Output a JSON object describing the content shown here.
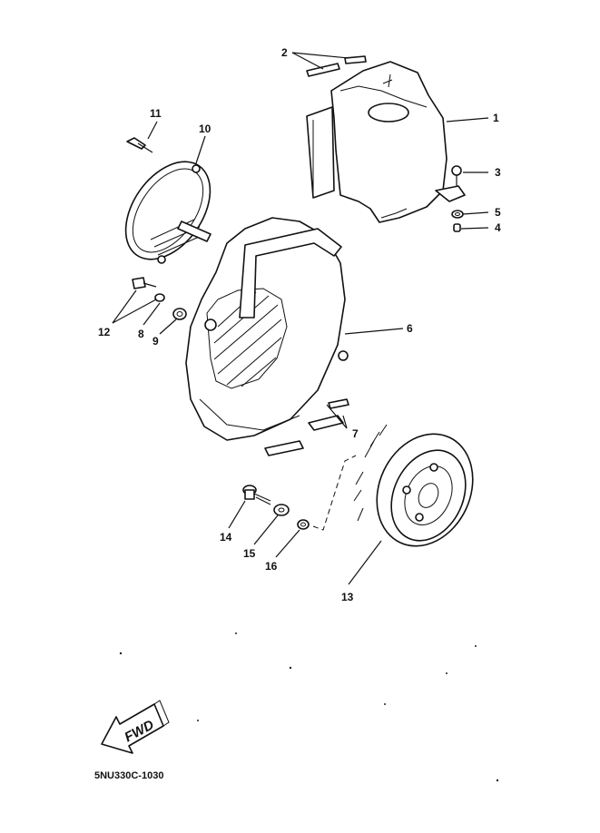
{
  "diagram": {
    "callouts": [
      {
        "id": "1",
        "text": "1"
      },
      {
        "id": "2",
        "text": "2"
      },
      {
        "id": "3",
        "text": "3"
      },
      {
        "id": "4",
        "text": "4"
      },
      {
        "id": "5",
        "text": "5"
      },
      {
        "id": "6",
        "text": "6"
      },
      {
        "id": "7",
        "text": "7"
      },
      {
        "id": "8",
        "text": "8"
      },
      {
        "id": "9",
        "text": "9"
      },
      {
        "id": "10",
        "text": "10"
      },
      {
        "id": "11",
        "text": "11"
      },
      {
        "id": "12",
        "text": "12"
      },
      {
        "id": "13",
        "text": "13"
      },
      {
        "id": "14",
        "text": "14"
      },
      {
        "id": "15",
        "text": "15"
      },
      {
        "id": "16",
        "text": "16"
      }
    ],
    "fwd_label": "FWD",
    "drawing_code": "5NU330C-1030"
  }
}
